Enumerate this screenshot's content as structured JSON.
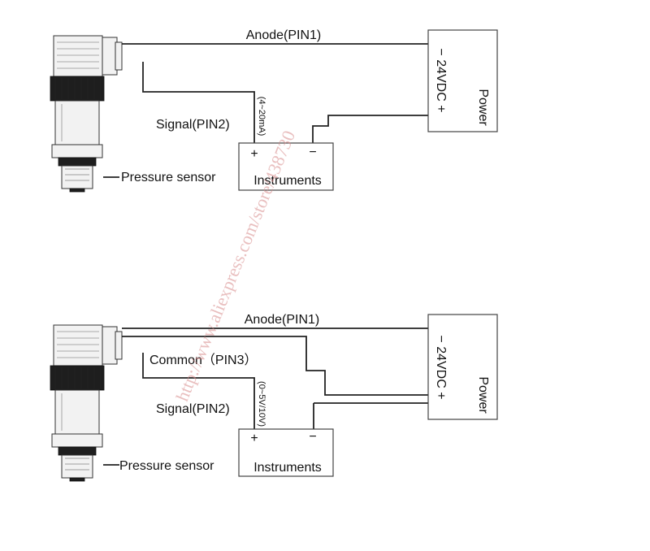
{
  "diagrams": [
    {
      "name": "current-output",
      "anode_label": "Anode(PIN1)",
      "signal_label": "Signal(PIN2)",
      "range_label": "(4~20mA)",
      "sensor_label": "Pressure sensor",
      "instruments_label": "Instruments",
      "instruments_plus": "+",
      "instruments_minus": "−",
      "supply_label": "− 24VDC +",
      "power_label": "Power"
    },
    {
      "name": "voltage-output",
      "anode_label": "Anode(PIN1)",
      "common_label": "Common（PIN3）",
      "signal_label": "Signal(PIN2)",
      "range_label": "(0~5V/10V)",
      "sensor_label": "Pressure sensor",
      "instruments_label": "Instruments",
      "instruments_plus": "+",
      "instruments_minus": "−",
      "supply_label": "− 24VDC +",
      "power_label": "Power"
    }
  ],
  "watermark": "http://www.aliexpress.com/store/438730",
  "colors": {
    "line": "#222222",
    "watermark": "#d78a8a"
  }
}
